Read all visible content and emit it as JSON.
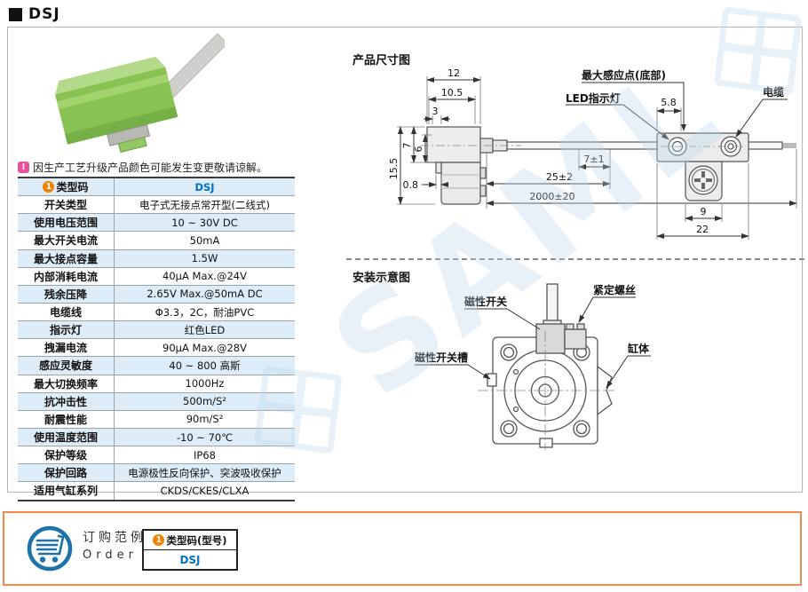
{
  "header": {
    "title": "DSJ"
  },
  "note": {
    "icon": "!",
    "text": "因生产工艺升级产品颜色可能发生变更敬请谅解。"
  },
  "badge": "1",
  "spec_table": {
    "rows": [
      {
        "label": "类型码",
        "value": "DSJ",
        "numbered": true,
        "blue": true
      },
      {
        "label": "开关类型",
        "value": "电子式无接点常开型(二线式)"
      },
      {
        "label": "使用电压范围",
        "value": "10 ~ 30V DC"
      },
      {
        "label": "最大开关电流",
        "value": "50mA"
      },
      {
        "label": "最大接点容量",
        "value": "1.5W"
      },
      {
        "label": "内部消耗电流",
        "value": "40μA Max.@24V"
      },
      {
        "label": "残余压降",
        "value": "2.65V Max.@50mA DC"
      },
      {
        "label": "电缆线",
        "value": "Φ3.3，2C，耐油PVC"
      },
      {
        "label": "指示灯",
        "value": "红色LED"
      },
      {
        "label": "拽漏电流",
        "value": "90μA Max.@28V"
      },
      {
        "label": "感应灵敏度",
        "value": "40 ~ 800 高斯"
      },
      {
        "label": "最大切换频率",
        "value": "1000Hz"
      },
      {
        "label": "抗冲击性",
        "value": "500m/S²"
      },
      {
        "label": "耐震性能",
        "value": "90m/S²"
      },
      {
        "label": "使用温度范围",
        "value": "-10 ~ 70℃"
      },
      {
        "label": "保护等级",
        "value": "IP68"
      },
      {
        "label": "保护回路",
        "value": "电源极性反向保护、突波吸收保护"
      },
      {
        "label": "适用气缸系列",
        "value": "CKDS/CKES/CLXA"
      }
    ]
  },
  "dimension_figure": {
    "title": "产品尺寸图",
    "dims": {
      "w12": "12",
      "w10_5": "10.5",
      "w3": "3",
      "h15_5": "15.5",
      "h7": "7",
      "h6": "6",
      "w0_8": "0.8",
      "cable7": "7±1",
      "cable25": "25±2",
      "cable2000": "2000±20",
      "p5_8": "5.8",
      "p9": "9",
      "p22": "22"
    },
    "labels": {
      "max_sense": "最大感应点(底部)",
      "led": "LED指示灯",
      "cable": "电缆"
    }
  },
  "install_figure": {
    "title": "安装示意图",
    "labels": {
      "switch": "磁性开关",
      "set_screw": "紧定螺丝",
      "slot": "磁性开关槽",
      "cylinder": "缸体"
    }
  },
  "order": {
    "cn": "订购范例",
    "en": "Order",
    "col_header": "类型码(型号)",
    "value": "DSJ"
  },
  "watermark": "SAML",
  "colors": {
    "accent_blue": "#0072C6",
    "orange": "#F08300",
    "pink": "#E85298",
    "stripe": "#DDECF7",
    "order_border": "#F08A4E",
    "cart_blue": "#1D73A8",
    "watermark_blue": "#BBD7EC",
    "product_green": "#87C252"
  }
}
